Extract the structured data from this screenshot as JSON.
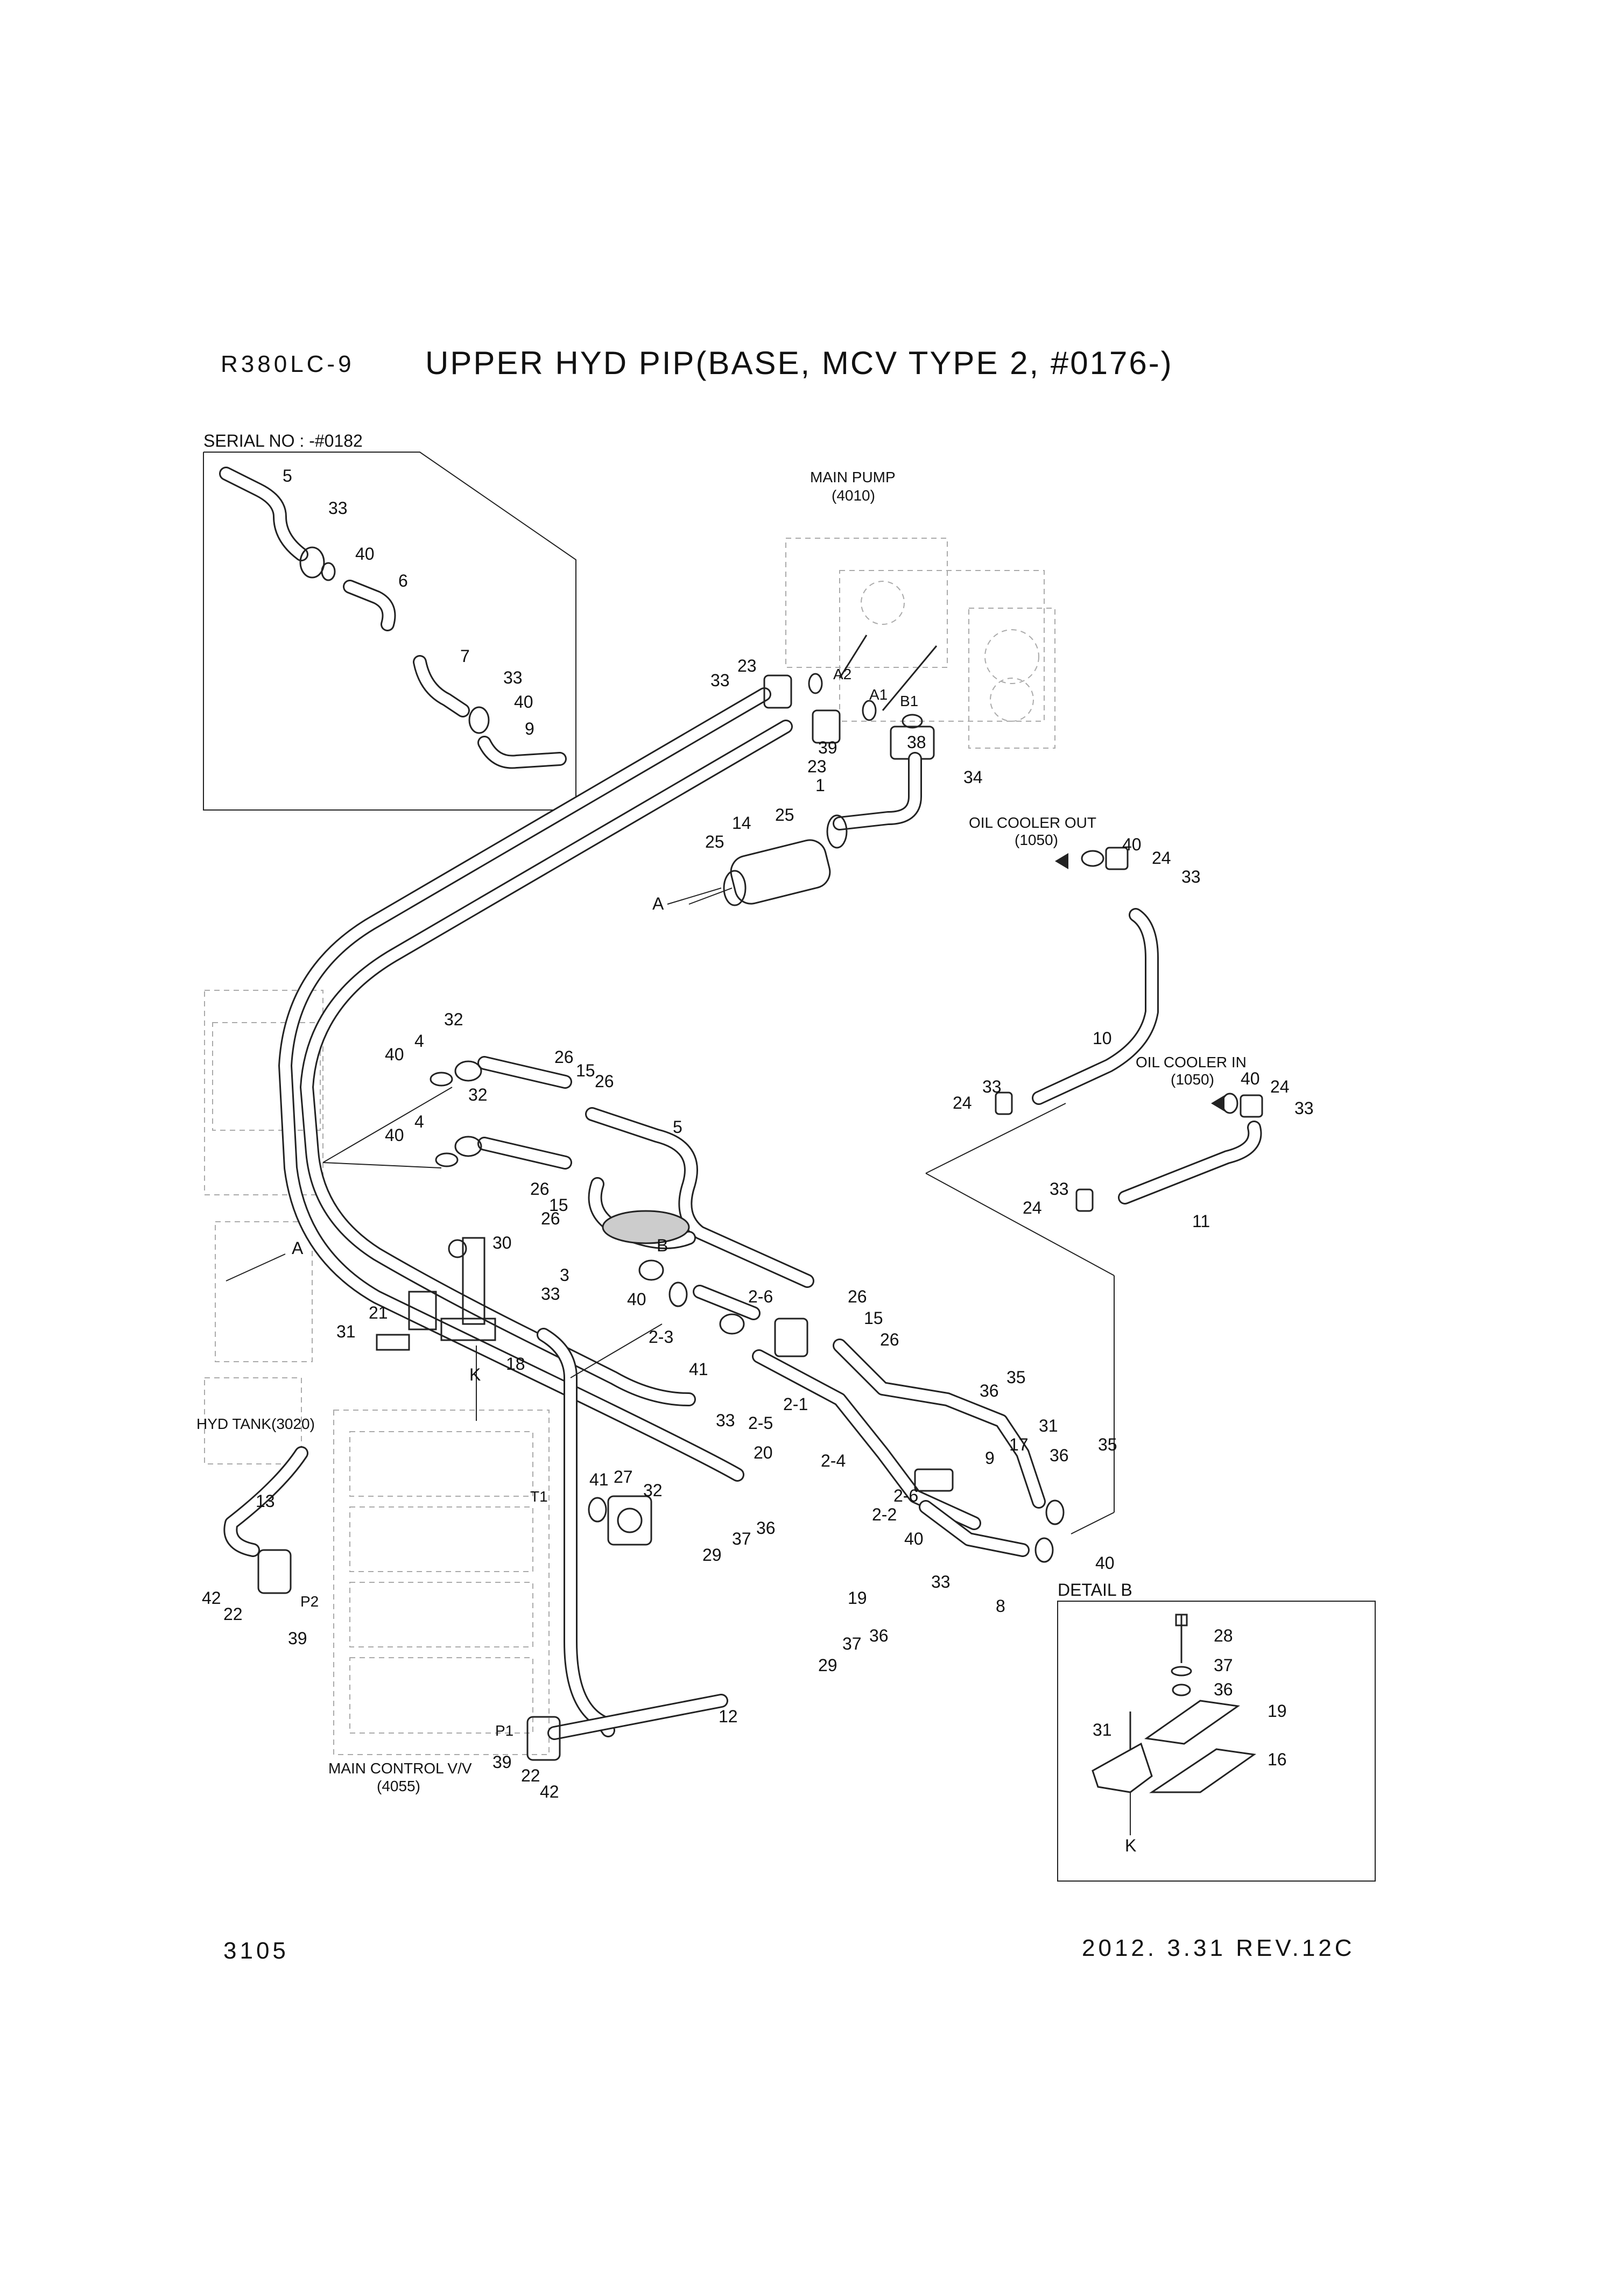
{
  "header": {
    "model": "R380LC-9",
    "title": "UPPER HYD PIP(BASE, MCV TYPE 2, #0176-)"
  },
  "footer": {
    "page_number": "3105",
    "date_rev": "2012. 3.31  REV.12C"
  },
  "inset": {
    "serial_label": "SERIAL NO : -#0182",
    "callouts": [
      "5",
      "33",
      "40",
      "6",
      "7",
      "33",
      "40",
      "9"
    ]
  },
  "component_labels": {
    "main_pump": "MAIN PUMP",
    "main_pump_ref": "(4010)",
    "oil_cooler_out": "OIL COOLER OUT",
    "oil_cooler_out_ref": "(1050)",
    "oil_cooler_in": "OIL COOLER IN",
    "oil_cooler_in_ref": "(1050)",
    "hyd_tank": "HYD TANK(3020)",
    "main_control_valve": "MAIN CONTROL V/V",
    "main_control_valve_ref": "(4055)"
  },
  "port_labels": {
    "a2": "A2",
    "a1": "A1",
    "b1": "B1",
    "t1": "T1",
    "p2": "P2",
    "p1": "P1"
  },
  "view_markers": {
    "a_main": "A",
    "a_tank": "A",
    "b": "B",
    "k": "K"
  },
  "detail": {
    "title": "DETAIL B",
    "callouts": [
      "28",
      "37",
      "36",
      "19",
      "31",
      "16"
    ],
    "view_marker": "K"
  },
  "main_callouts": [
    "23",
    "33",
    "39",
    "23",
    "38",
    "34",
    "1",
    "25",
    "14",
    "25",
    "40",
    "24",
    "33",
    "10",
    "33",
    "24",
    "40",
    "24",
    "33",
    "33",
    "24",
    "11",
    "32",
    "4",
    "40",
    "26",
    "15",
    "26",
    "32",
    "4",
    "40",
    "5",
    "26",
    "15",
    "26",
    "30",
    "3",
    "33",
    "40",
    "2-6",
    "2-3",
    "21",
    "31",
    "18",
    "41",
    "26",
    "15",
    "26",
    "35",
    "36",
    "33",
    "2-5",
    "2-1",
    "31",
    "17",
    "36",
    "35",
    "20",
    "2-4",
    "9",
    "2-6",
    "2-2",
    "40",
    "40",
    "33",
    "8",
    "13",
    "41",
    "27",
    "32",
    "29",
    "37",
    "36",
    "42",
    "22",
    "39",
    "19",
    "36",
    "37",
    "29",
    "12",
    "39",
    "22",
    "42"
  ]
}
